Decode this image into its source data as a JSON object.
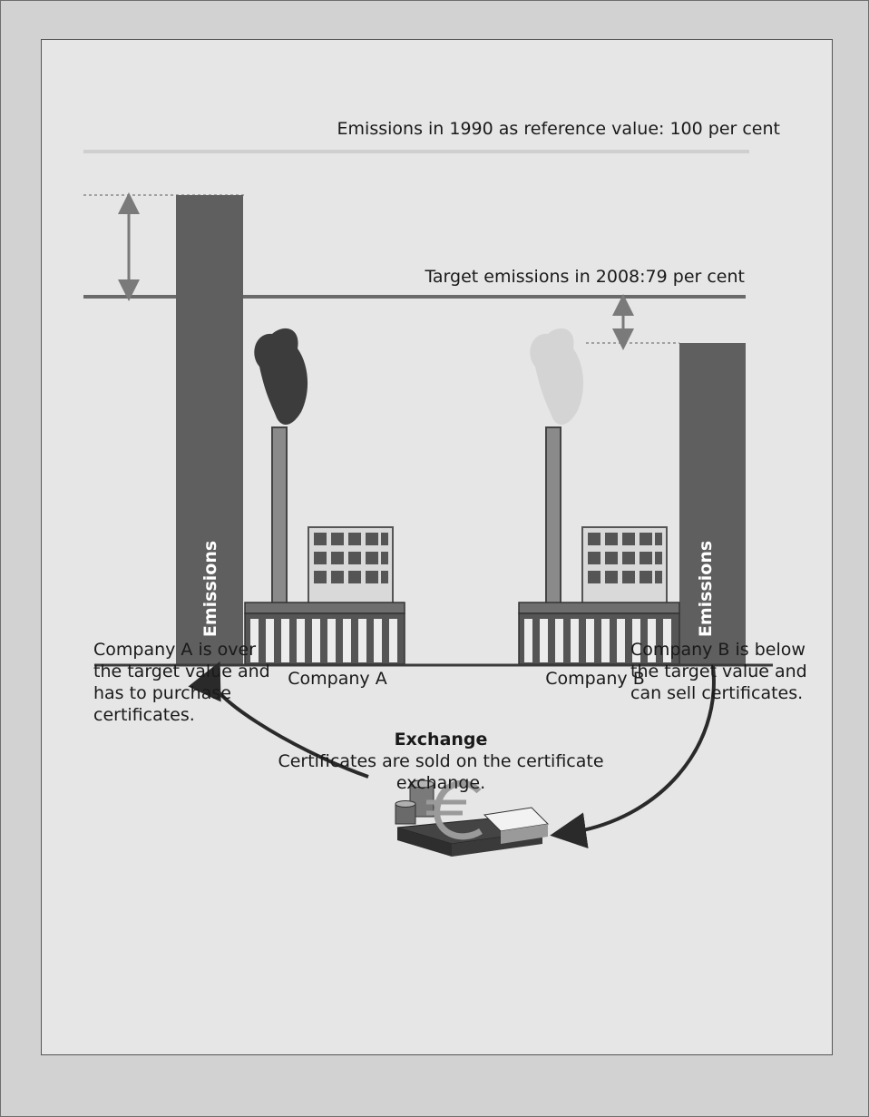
{
  "reference_label": "Emissions in 1990 as reference value: 100 per cent",
  "target_label": "Target emissions in 2008:79 per cent",
  "bar_label": "Emissions",
  "companies": {
    "a": {
      "name": "Company A",
      "note": "Company A is over the target value and has to purchase certificates."
    },
    "b": {
      "name": "Company B",
      "note": "Company B is below the target value and can sell certificates."
    }
  },
  "exchange": {
    "title": "Exchange",
    "description": "Certificates are sold on the certificate exchange."
  },
  "colors": {
    "bar": "#5f5f5f",
    "line": "#6a6a6a",
    "reference_line": "#cfcfcf",
    "smoke_dark": "#3c3c3c",
    "smoke_light": "#d4d4d4"
  },
  "icons": {
    "exchange_icon": "euro-money-stack",
    "factory_icon": "factory"
  }
}
